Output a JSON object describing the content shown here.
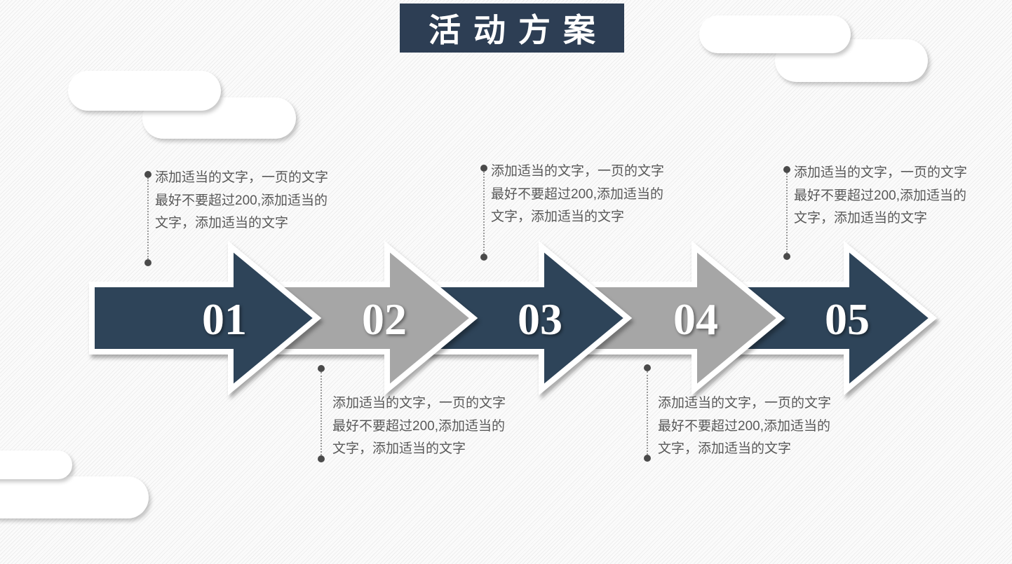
{
  "slide": {
    "title": "活动方案"
  },
  "steps": [
    {
      "number": "01",
      "color": "navy",
      "label_position": "top",
      "description": "添加适当的文字，一页的文字\n最好不要超过200,添加适当的\n文字，添加适当的文字"
    },
    {
      "number": "02",
      "color": "gray",
      "label_position": "bottom",
      "description": "添加适当的文字，一页的文字\n最好不要超过200,添加适当的\n文字，添加适当的文字"
    },
    {
      "number": "03",
      "color": "navy",
      "label_position": "top",
      "description": "添加适当的文字，一页的文字\n最好不要超过200,添加适当的\n文字，添加适当的文字"
    },
    {
      "number": "04",
      "color": "gray",
      "label_position": "bottom",
      "description": "添加适当的文字，一页的文字\n最好不要超过200,添加适当的\n文字，添加适当的文字"
    },
    {
      "number": "05",
      "color": "navy",
      "label_position": "top",
      "description": "添加适当的文字，一页的文字\n最好不要超过200,添加适当的\n文字，添加适当的文字"
    }
  ],
  "colors": {
    "navy_arrow": "#2e4459",
    "gray_arrow": "#a6a6a6",
    "title_bg": "#2d3e54",
    "number_text": "#ffffff",
    "description_text": "#595959",
    "dot": "#4a4a4a"
  }
}
